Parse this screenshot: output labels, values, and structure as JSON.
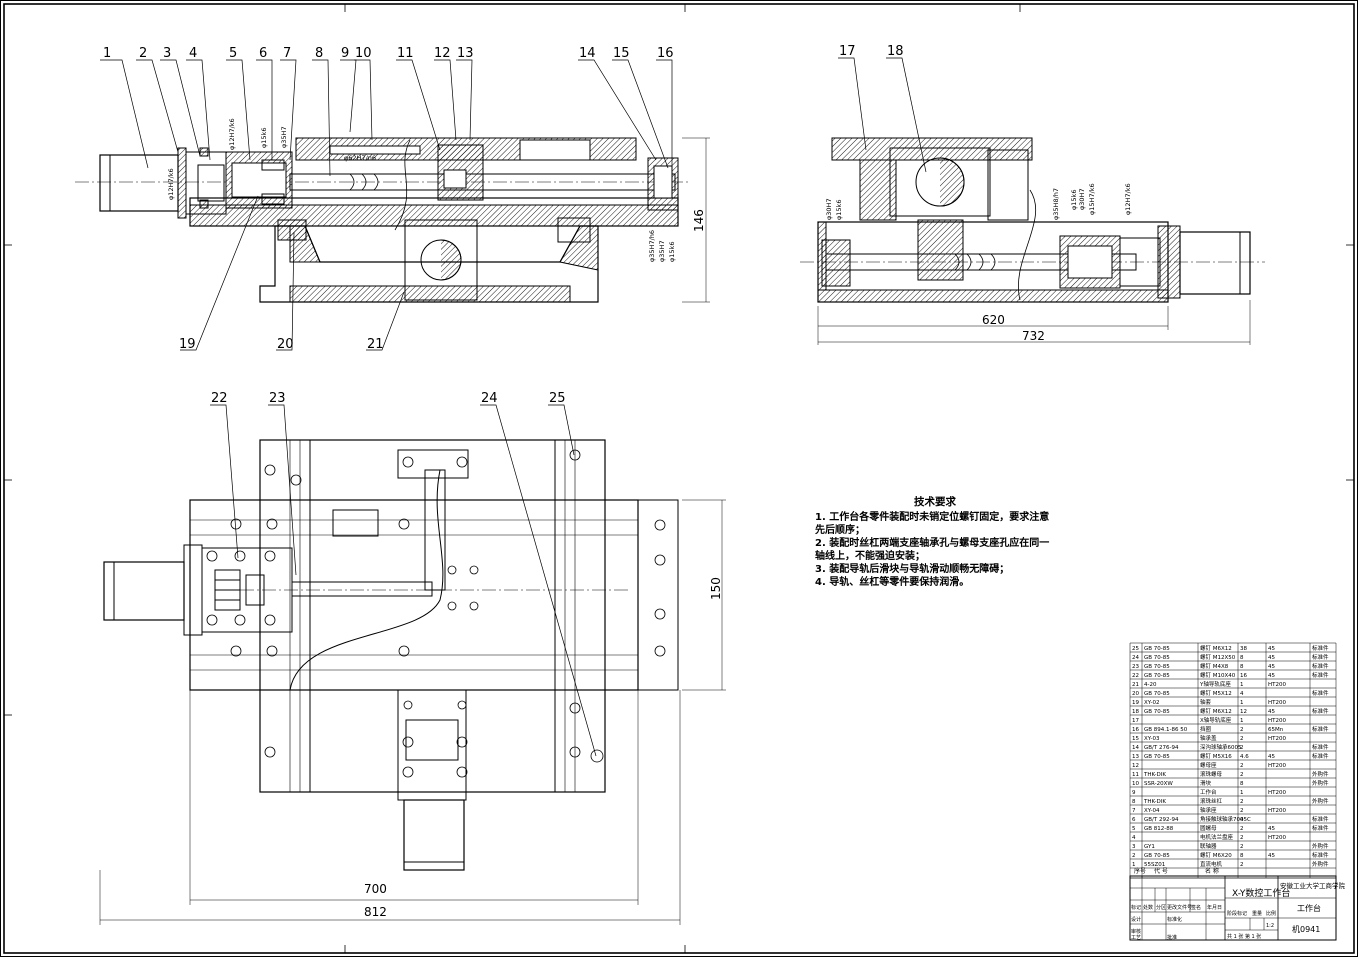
{
  "callouts": {
    "c1": "1",
    "c2": "2",
    "c3": "3",
    "c4": "4",
    "c5": "5",
    "c6": "6",
    "c7": "7",
    "c8": "8",
    "c9": "9",
    "c10": "10",
    "c11": "11",
    "c12": "12",
    "c13": "13",
    "c14": "14",
    "c15": "15",
    "c16": "16",
    "c17": "17",
    "c18": "18",
    "c19": "19",
    "c20": "20",
    "c21": "21",
    "c22": "22",
    "c23": "23",
    "c24": "24",
    "c25": "25"
  },
  "dimensions": {
    "d146": "146",
    "d620": "620",
    "d732": "732",
    "d150": "150",
    "d700": "700",
    "d812": "812"
  },
  "fits": {
    "f1": "φ12H7/k6",
    "f2": "φ15k6",
    "f3": "φ35H7",
    "f4": "φ62H7/n6",
    "f5": "φ35H7/h6",
    "f6": "φ35H7",
    "f7": "φ15k6",
    "f8": "φ30H7",
    "f9": "φ15k6",
    "f10": "φ35H8/h7",
    "f11": "φ15k6",
    "f12": "φ15H7/k6",
    "f13": "φ12H7/k6",
    "f14": "φ30H7"
  },
  "tech_requirements": {
    "title": "技术要求",
    "item1": "1. 工作台各零件装配时未销定位螺钉固定，要求注意先后顺序；",
    "item2": "2. 装配时丝杠两端支座轴承孔与螺母支座孔应在同一轴线上，不能强迫安装；",
    "item3": "3. 装配导轨后滑块与导轨滑动顺畅无障碍；",
    "item4": "4. 导轨、丝杠等零件要保持润滑。"
  },
  "parts_list": [
    {
      "no": "25",
      "code": "GB 70-85",
      "name": "螺钉 M6X12",
      "qty": "38",
      "mat": "45",
      "note": "标准件"
    },
    {
      "no": "24",
      "code": "GB 70-85",
      "name": "螺钉 M12X50",
      "qty": "8",
      "mat": "45",
      "note": "标准件"
    },
    {
      "no": "23",
      "code": "GB 70-85",
      "name": "螺钉 M4X8",
      "qty": "8",
      "mat": "45",
      "note": "标准件"
    },
    {
      "no": "22",
      "code": "GB 70-85",
      "name": "螺钉 M10X40",
      "qty": "16",
      "mat": "45",
      "note": "标准件"
    },
    {
      "no": "21",
      "code": "4-20",
      "name": "Y轴导轨底座",
      "qty": "1",
      "mat": "HT200",
      "note": ""
    },
    {
      "no": "20",
      "code": "GB 70-85",
      "name": "螺钉 M5X12",
      "qty": "4",
      "mat": "",
      "note": "标准件"
    },
    {
      "no": "19",
      "code": "XY-02",
      "name": "轴套",
      "qty": "1",
      "mat": "HT200",
      "note": ""
    },
    {
      "no": "18",
      "code": "GB 70-85",
      "name": "螺钉 M6X12",
      "qty": "12",
      "mat": "45",
      "note": "标准件"
    },
    {
      "no": "17",
      "code": "",
      "name": "X轴导轨底座",
      "qty": "1",
      "mat": "HT200",
      "note": ""
    },
    {
      "no": "16",
      "code": "GB 894.1-86 50",
      "name": "挡圈",
      "qty": "2",
      "mat": "65Mn",
      "note": "标准件"
    },
    {
      "no": "15",
      "code": "XY-03",
      "name": "轴承盖",
      "qty": "2",
      "mat": "HT200",
      "note": ""
    },
    {
      "no": "14",
      "code": "GB/T 276-94",
      "name": "深沟球轴承6005",
      "qty": "2",
      "mat": "",
      "note": "标准件"
    },
    {
      "no": "13",
      "code": "GB 70-85",
      "name": "螺钉 M5X16",
      "qty": "4.6",
      "mat": "45",
      "note": "标准件"
    },
    {
      "no": "12",
      "code": "",
      "name": "螺母座",
      "qty": "2",
      "mat": "HT200",
      "note": ""
    },
    {
      "no": "11",
      "code": "THK-DIK",
      "name": "滚珠螺母",
      "qty": "2",
      "mat": "",
      "note": "外购件"
    },
    {
      "no": "10",
      "code": "SSR-20XW",
      "name": "滑块",
      "qty": "8",
      "mat": "",
      "note": "外购件"
    },
    {
      "no": "9",
      "code": "",
      "name": "工作台",
      "qty": "1",
      "mat": "HT200",
      "note": ""
    },
    {
      "no": "8",
      "code": "THK-DIK",
      "name": "滚珠丝杠",
      "qty": "2",
      "mat": "",
      "note": "外购件"
    },
    {
      "no": "7",
      "code": "XY-04",
      "name": "轴承座",
      "qty": "2",
      "mat": "HT200",
      "note": ""
    },
    {
      "no": "6",
      "code": "GB/T 292-94",
      "name": "角接触球轴承7005C",
      "qty": "4",
      "mat": "",
      "note": "标准件"
    },
    {
      "no": "5",
      "code": "GB 812-88",
      "name": "圆螺母",
      "qty": "2",
      "mat": "45",
      "note": "标准件"
    },
    {
      "no": "4",
      "code": "",
      "name": "电机法兰盘座",
      "qty": "2",
      "mat": "HT200",
      "note": ""
    },
    {
      "no": "3",
      "code": "GY1",
      "name": "联轴器",
      "qty": "2",
      "mat": "",
      "note": "外购件"
    },
    {
      "no": "2",
      "code": "GB 70-85",
      "name": "螺钉 M6X20",
      "qty": "8",
      "mat": "45",
      "note": "标准件"
    },
    {
      "no": "1",
      "code": "55SZ01",
      "name": "直流电机",
      "qty": "2",
      "mat": "",
      "note": "外购件"
    }
  ],
  "parts_header": {
    "no": "序号",
    "code": "代  号",
    "name": "名  称"
  },
  "title_block": {
    "drawing_title": "X-Y数控工作台",
    "school": "安徽工业大学工商学院",
    "drawing_name": "工作台",
    "drawing_no": "机0941",
    "scale_ratio": "1:2",
    "sheet_info": "共 1 张  第 1 张",
    "lbl_stage": "阶段标记",
    "lbl_weight": "重量",
    "lbl_scale": "比例",
    "lbl_mark": "标记",
    "lbl_count": "处数",
    "lbl_zone": "分区",
    "lbl_docno": "更改文件号",
    "lbl_sign": "签名",
    "lbl_date": "年月日",
    "lbl_design": "设计",
    "lbl_std": "标准化",
    "lbl_review": "审核",
    "lbl_process": "工艺",
    "lbl_approve": "批准"
  }
}
